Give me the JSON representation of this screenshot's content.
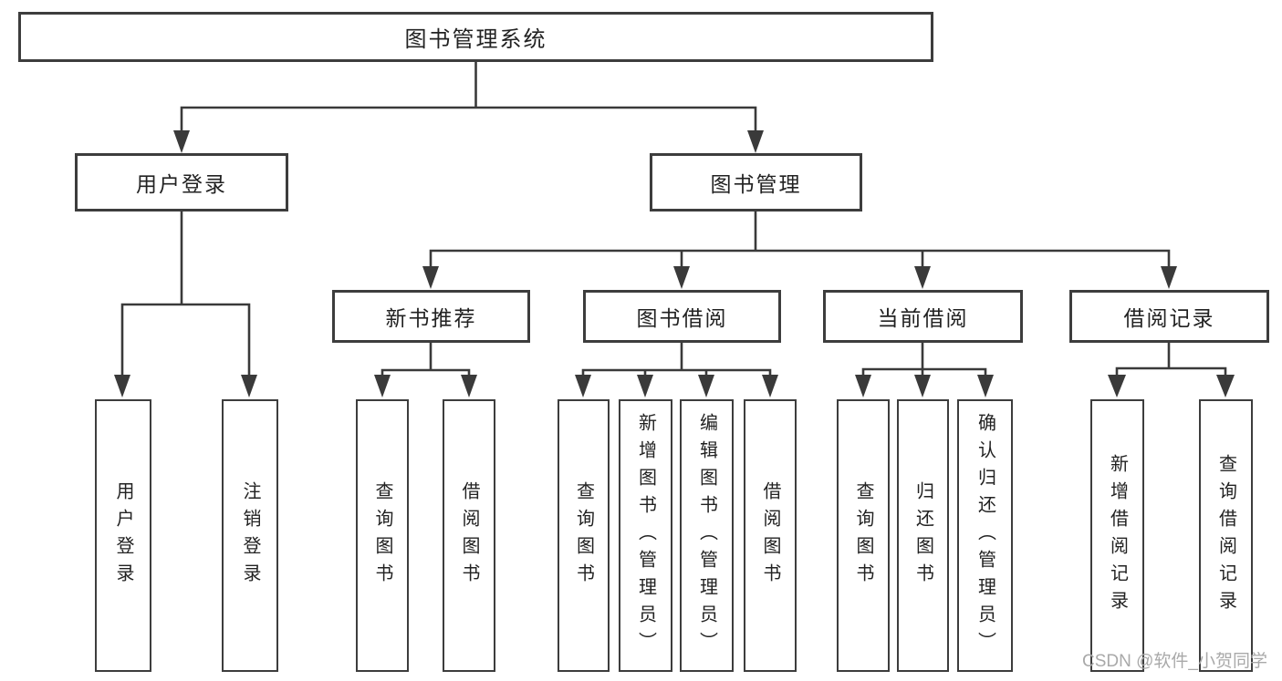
{
  "colors": {
    "line": "#3a3a3a",
    "box_border": "#3d3d3d",
    "text": "#222222",
    "watermark": "#a9a9a9",
    "background": "#ffffff"
  },
  "diagram": {
    "root": "图书管理系统",
    "level2": {
      "user_login": "用户登录",
      "book_management": "图书管理"
    },
    "level3": {
      "new_book_recommend": "新书推荐",
      "book_borrow": "图书借阅",
      "current_borrow": "当前借阅",
      "borrow_records": "借阅记录"
    },
    "level4": {
      "user_login": "用户登录",
      "logout": "注销登录",
      "nb_query_book": "查询图书",
      "nb_borrow_book": "借阅图书",
      "bb_query_book": "查询图书",
      "bb_add_book_admin": "新增图书（管理员）",
      "bb_edit_book_admin": "编辑图书（管理员）",
      "bb_borrow_book": "借阅图书",
      "cb_query_book": "查询图书",
      "cb_return_book": "归还图书",
      "cb_confirm_return_admin": "确认归还（管理员）",
      "br_add_record": "新增借阅记录",
      "br_query_record": "查询借阅记录"
    },
    "watermark": "CSDN @软件_小贺同学"
  }
}
